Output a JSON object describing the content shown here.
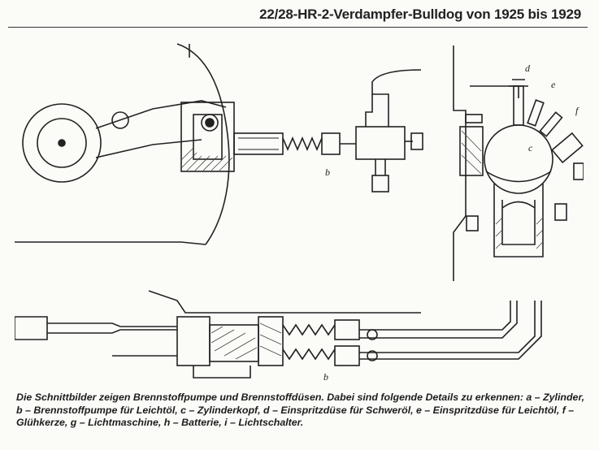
{
  "header": {
    "title": "22/28-HR-2-Verdampfer-Bulldog von 1925 bis 1929"
  },
  "figure": {
    "labels": {
      "b_top": "b",
      "b_bottom": "b",
      "c": "c",
      "d": "d",
      "e": "e",
      "f": "f"
    }
  },
  "caption": {
    "text": "Die Schnittbilder zeigen Brennstoffpumpe und Brennstoffdüsen. Dabei sind folgende Details zu erkennen: a – Zylinder, b – Brennstoffpumpe für Leichtöl, c – Zylinderkopf, d – Einspritzdüse für Schweröl, e – Einspritzdüse für Leichtöl, f – Glühkerze, g – Lichtmaschine, h – Batterie, i – Lichtschalter."
  }
}
